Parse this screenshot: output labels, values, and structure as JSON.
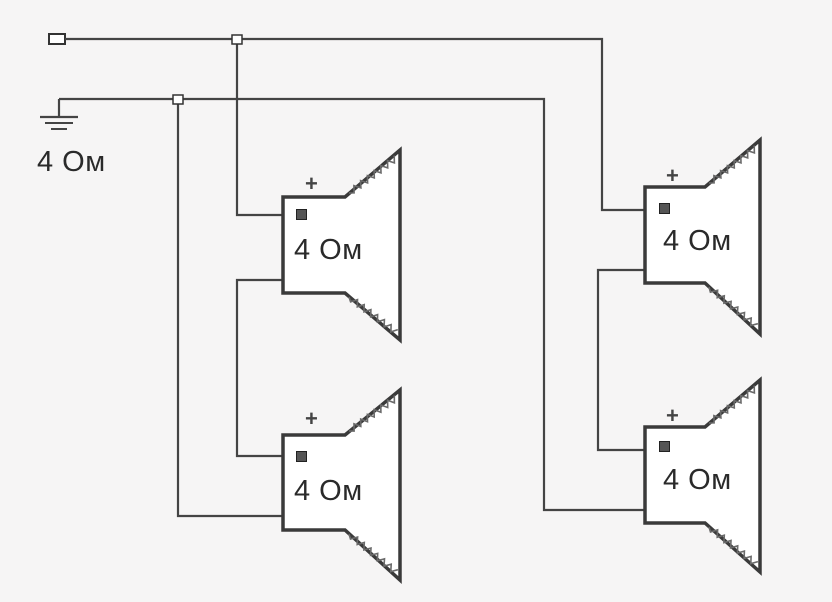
{
  "ground_label": "4 Ом",
  "speakers": [
    {
      "label": "4 Ом",
      "polarity": "+"
    },
    {
      "label": "4 Ом",
      "polarity": "+"
    },
    {
      "label": "4 Ом",
      "polarity": "+"
    },
    {
      "label": "4 Ом",
      "polarity": "+"
    }
  ],
  "colors": {
    "line": "#444444",
    "background": "#f6f5f5"
  }
}
